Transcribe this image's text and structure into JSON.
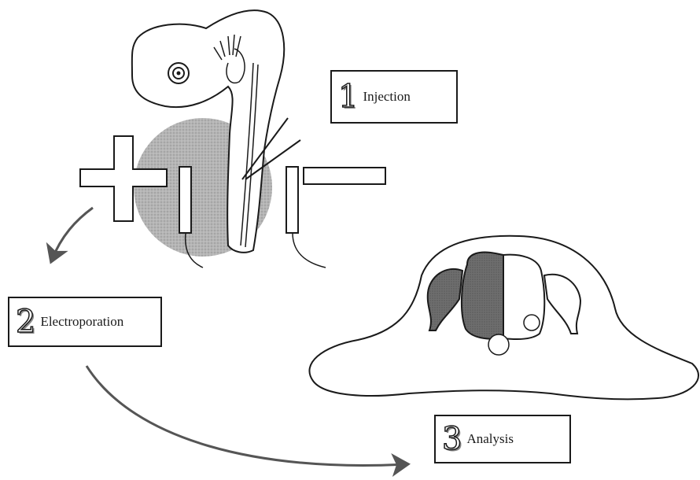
{
  "steps": [
    {
      "number": "1",
      "label": "Injection"
    },
    {
      "number": "2",
      "label": "Electroporation"
    },
    {
      "number": "3",
      "label": "Analysis"
    }
  ],
  "colors": {
    "ink": "#1a1a1a",
    "electric_field": "#b5b5b5",
    "electroporated_tissue": "#6e6e6e",
    "arrow": "#555555"
  },
  "icons": {
    "positive_electrode": "plus-electrode-icon",
    "negative_electrode": "minus-electrode-icon"
  }
}
